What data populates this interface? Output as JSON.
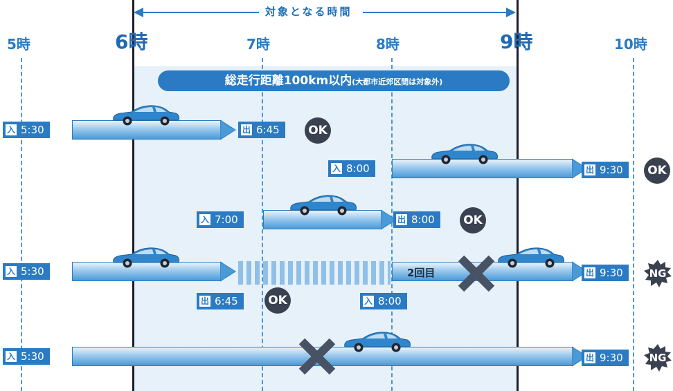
{
  "header": {
    "span_label": "対象となる時間"
  },
  "hours": [
    {
      "label": "5時"
    },
    {
      "label": "6時"
    },
    {
      "label": "7時"
    },
    {
      "label": "8時"
    },
    {
      "label": "9時"
    },
    {
      "label": "10時"
    }
  ],
  "banner": {
    "main": "総走行距離100km以内",
    "note": "(大都市近郊区間は対象外)"
  },
  "icons": {
    "entry": "入",
    "exit": "出",
    "entry_icon": "entry-icon",
    "exit_icon": "exit-icon",
    "car": "car-icon",
    "cross": "cross-mark-icon"
  },
  "colors": {
    "accent": "#2a7bc3",
    "shade": "#e7f1fa",
    "ok_badge": "#3a4150"
  },
  "rows": [
    {
      "entry": "5:30",
      "exit": "6:45",
      "result": "OK"
    },
    {
      "entry": "8:00",
      "exit": "9:30",
      "result": "OK"
    },
    {
      "entry": "7:00",
      "exit": "8:00",
      "result": "OK"
    },
    {
      "entry": "5:30",
      "exit_mid": "6:45",
      "mid_result": "OK",
      "reentry": "8:00",
      "second_label": "2回目",
      "exit": "9:30",
      "result": "NG"
    },
    {
      "entry": "5:30",
      "exit": "9:30",
      "result": "NG"
    }
  ]
}
